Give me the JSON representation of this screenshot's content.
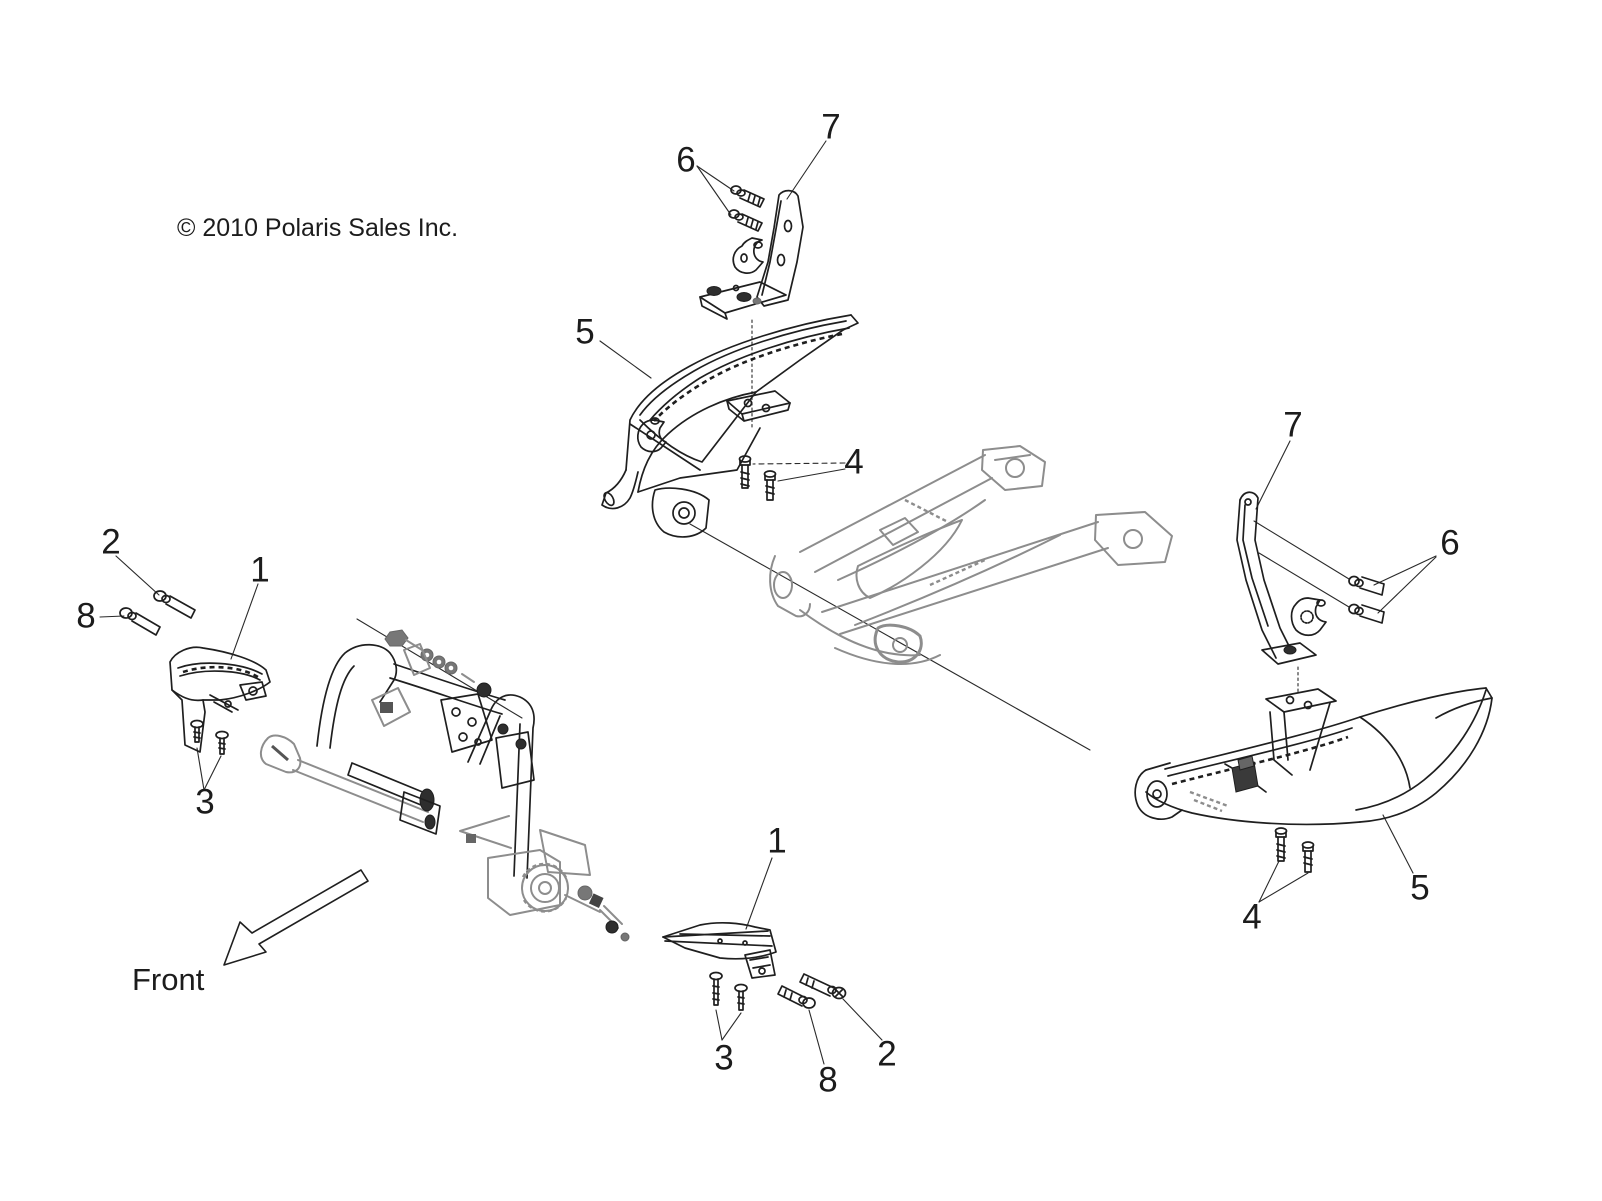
{
  "diagram": {
    "copyright": "© 2010 Polaris Sales Inc.",
    "front_label": "Front",
    "callouts": {
      "upper_7": "7",
      "upper_6": "6",
      "left_rack_5": "5",
      "left_rack_4": "4",
      "left_foot_2": "2",
      "left_foot_1": "1",
      "left_foot_8": "8",
      "left_foot_3": "3",
      "right_bracket_7": "7",
      "right_bracket_6": "6",
      "right_rack_5": "5",
      "right_rack_4": "4",
      "right_foot_1": "1",
      "right_foot_3": "3",
      "right_foot_8": "8",
      "right_foot_2": "2"
    },
    "colors": {
      "line": "#1f1f1f",
      "reference_gray": "#8d8d8d",
      "background": "#ffffff"
    }
  }
}
